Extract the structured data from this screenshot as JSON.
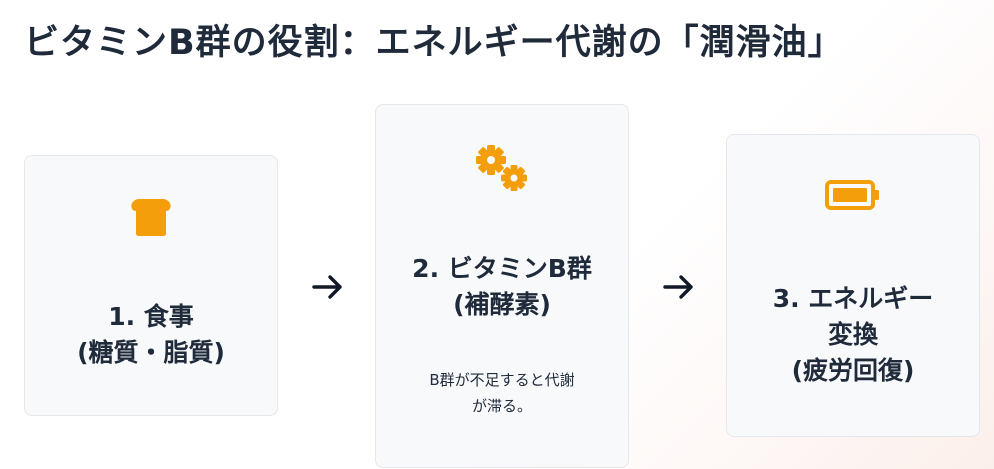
{
  "title": "ビタミンB群の役割：エネルギー代謝の「潤滑油」",
  "colors": {
    "accent": "#f59e0b",
    "text": "#1f2a3a",
    "card_bg": "#f8f9fb",
    "card_border": "#e4e7ec"
  },
  "steps": [
    {
      "icon": "bread-icon",
      "line1": "1. 食事",
      "line2": "(糖質・脂質)"
    },
    {
      "icon": "gears-icon",
      "line1": "2. ビタミンB群",
      "line2": "(補酵素)",
      "desc_line1": "B群が不足すると代謝",
      "desc_line2": "が滞る。"
    },
    {
      "icon": "battery-icon",
      "line1": "3. エネルギー",
      "line2": "変換",
      "line3": "(疲労回復)"
    }
  ],
  "arrows": [
    "arrow-right-icon",
    "arrow-right-icon"
  ]
}
